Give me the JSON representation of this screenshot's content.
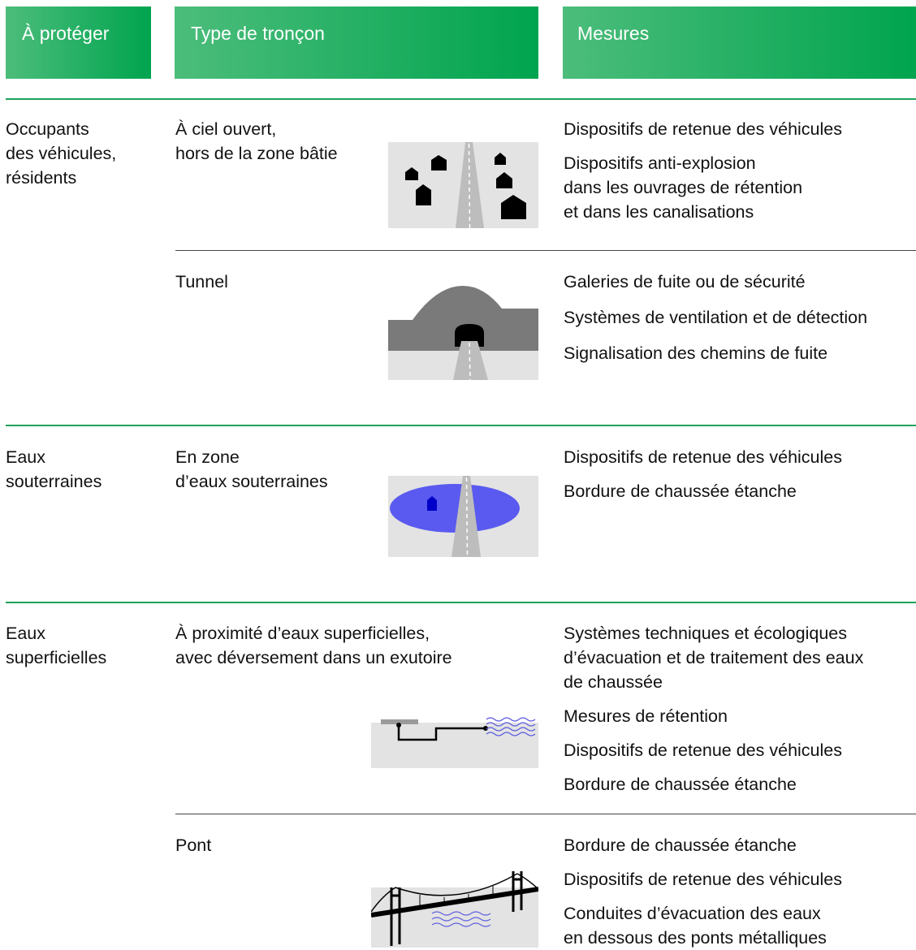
{
  "header": {
    "col1": "À protéger",
    "col2": "Type de tronçon",
    "col3": "Mesures"
  },
  "groups": [
    {
      "protect": [
        "Occupants",
        "des véhicules,",
        "résidents"
      ],
      "sections": [
        {
          "type": [
            "À ciel ouvert,",
            "hors de la zone bâtie"
          ],
          "icon": "open-road-buildings-icon",
          "measures": [
            [
              "Dispositifs de retenue des véhicules"
            ],
            [
              "Dispositifs anti-explosion",
              "dans les ouvrages de rétention",
              "et dans les canalisations"
            ]
          ]
        },
        {
          "type": [
            "Tunnel"
          ],
          "icon": "tunnel-icon",
          "measures": [
            [
              "Galeries de fuite ou de sécurité"
            ],
            [
              "Systèmes de ventilation et de détection"
            ],
            [
              "Signalisation des chemins de fuite"
            ]
          ]
        }
      ]
    },
    {
      "protect": [
        "Eaux",
        "souterraines"
      ],
      "sections": [
        {
          "type": [
            "En zone",
            "d’eaux souterraines"
          ],
          "icon": "groundwater-zone-icon",
          "measures": [
            [
              "Dispositifs de retenue des véhicules"
            ],
            [
              "Bordure de chaussée étanche"
            ]
          ]
        }
      ]
    },
    {
      "protect": [
        "Eaux",
        "superficielles"
      ],
      "sections": [
        {
          "type": [
            "À proximité d’eaux superficielles,",
            "avec déversement dans un exutoire"
          ],
          "icon": "drainage-outlet-icon",
          "measures": [
            [
              "Systèmes techniques et écologiques",
              "d’évacuation et de traitement des eaux",
              "de chaussée"
            ],
            [
              "Mesures de rétention"
            ],
            [
              "Dispositifs de retenue des véhicules"
            ],
            [
              "Bordure de chaussée étanche"
            ]
          ]
        },
        {
          "type": [
            "Pont"
          ],
          "icon": "bridge-icon",
          "measures": [
            [
              "Bordure de chaussée étanche"
            ],
            [
              "Dispositifs de retenue des véhicules"
            ],
            [
              "Conduites d’évacuation des eaux",
              "en dessous des ponts métalliques"
            ]
          ]
        }
      ]
    }
  ],
  "colors": {
    "header_start": "#4cbd7b",
    "header_end": "#00a44f",
    "rule": "#1ea25a",
    "water": "#5a5af0",
    "road": "#bdbdbd"
  }
}
